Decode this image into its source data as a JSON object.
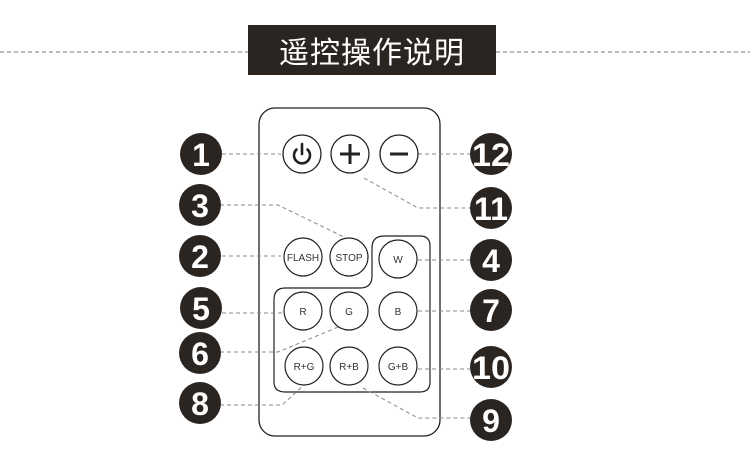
{
  "title": "遥控操作说明",
  "colors": {
    "badge": "#2b2522",
    "outline": "#222222",
    "leader": "#888888",
    "title_bg": "#2b2522"
  },
  "buttons": {
    "flash": "FLASH",
    "stop": "STOP",
    "w": "W",
    "r": "R",
    "g": "G",
    "b": "B",
    "rg": "R+G",
    "rb": "R+B",
    "gb": "G+B"
  },
  "icons": {
    "power": "power-icon",
    "plus": "plus-icon",
    "minus": "minus-icon"
  },
  "callouts": [
    "1",
    "2",
    "3",
    "4",
    "5",
    "6",
    "7",
    "8",
    "9",
    "10",
    "11",
    "12"
  ]
}
